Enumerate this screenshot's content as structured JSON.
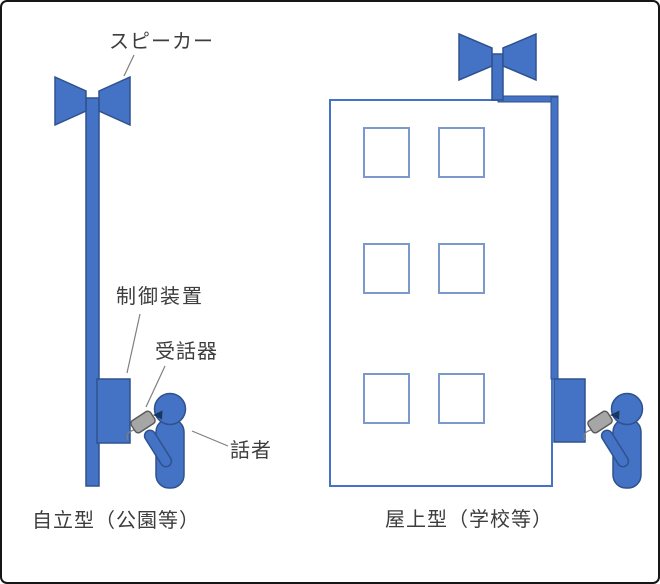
{
  "palette": {
    "fill_blue": "#4472C4",
    "stroke_blue": "#2F528F",
    "window_stroke": "#7C99CE",
    "handset_gray": "#A6A6A6",
    "cord_gray": "#7F7F7F",
    "text": "#3D3D3D"
  },
  "left_unit": {
    "caption": "自立型（公園等）",
    "labels": {
      "speaker": "スピーカー",
      "control_device": "制御装置",
      "handset": "受話器",
      "talker": "話者"
    }
  },
  "right_unit": {
    "caption": "屋上型（学校等）"
  }
}
